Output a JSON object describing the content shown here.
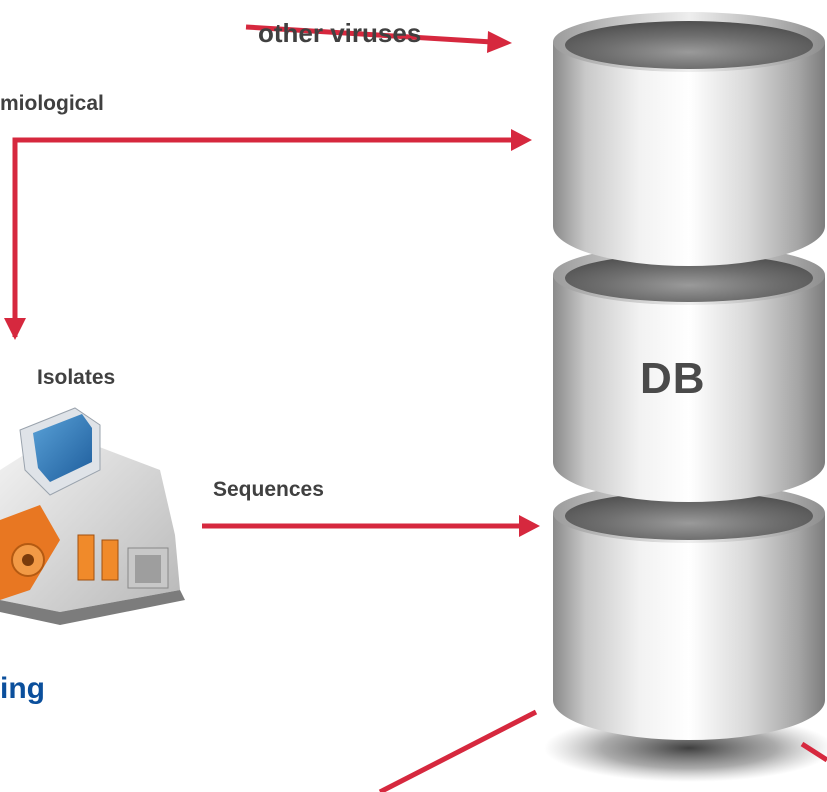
{
  "labels": {
    "other_viruses": "other viruses",
    "epidemiological": "miological",
    "isolates": "Isolates",
    "sequences": "Sequences",
    "db": "DB",
    "bottom_title": "ing"
  },
  "colors": {
    "arrow": "#d6283e",
    "text_gray": "#404040",
    "title_blue": "#0b4f9c"
  },
  "icons": {
    "database": "database-stack-icon",
    "sequencer": "sequencing-machine-icon"
  }
}
